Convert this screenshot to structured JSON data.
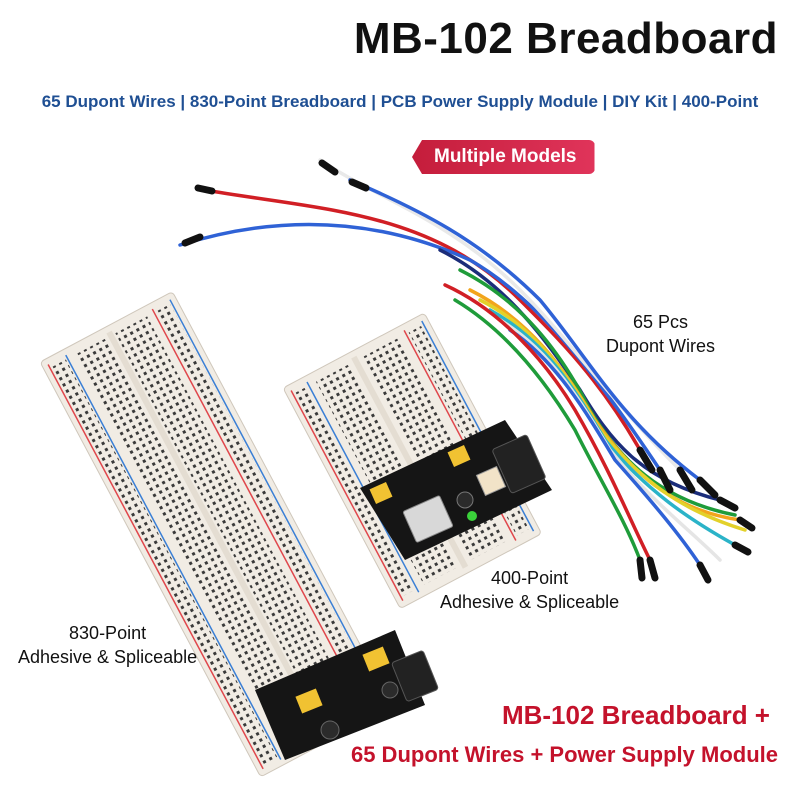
{
  "header": {
    "title": "MB-102 Breadboard",
    "subtitle": "65 Dupont Wires | 830-Point Breadboard | PCB Power Supply Module | DIY Kit | 400-Point",
    "badge": "Multiple Models"
  },
  "labels": {
    "wires_line1": "65 Pcs",
    "wires_line2": "Dupont Wires",
    "small_board_line1": "400-Point",
    "small_board_line2": "Adhesive & Spliceable",
    "large_board_line1": "830-Point",
    "large_board_line2": "Adhesive & Spliceable"
  },
  "promo": {
    "line1": "MB-102 Breadboard +",
    "line2": "65 Dupont Wires + Power Supply Module"
  },
  "colors": {
    "title": "#111111",
    "subtitle": "#1f4f93",
    "badge": "#d42a4c",
    "promo": "#c4122b",
    "rail_red": "#e0474c",
    "rail_blue": "#3a7fd5"
  }
}
